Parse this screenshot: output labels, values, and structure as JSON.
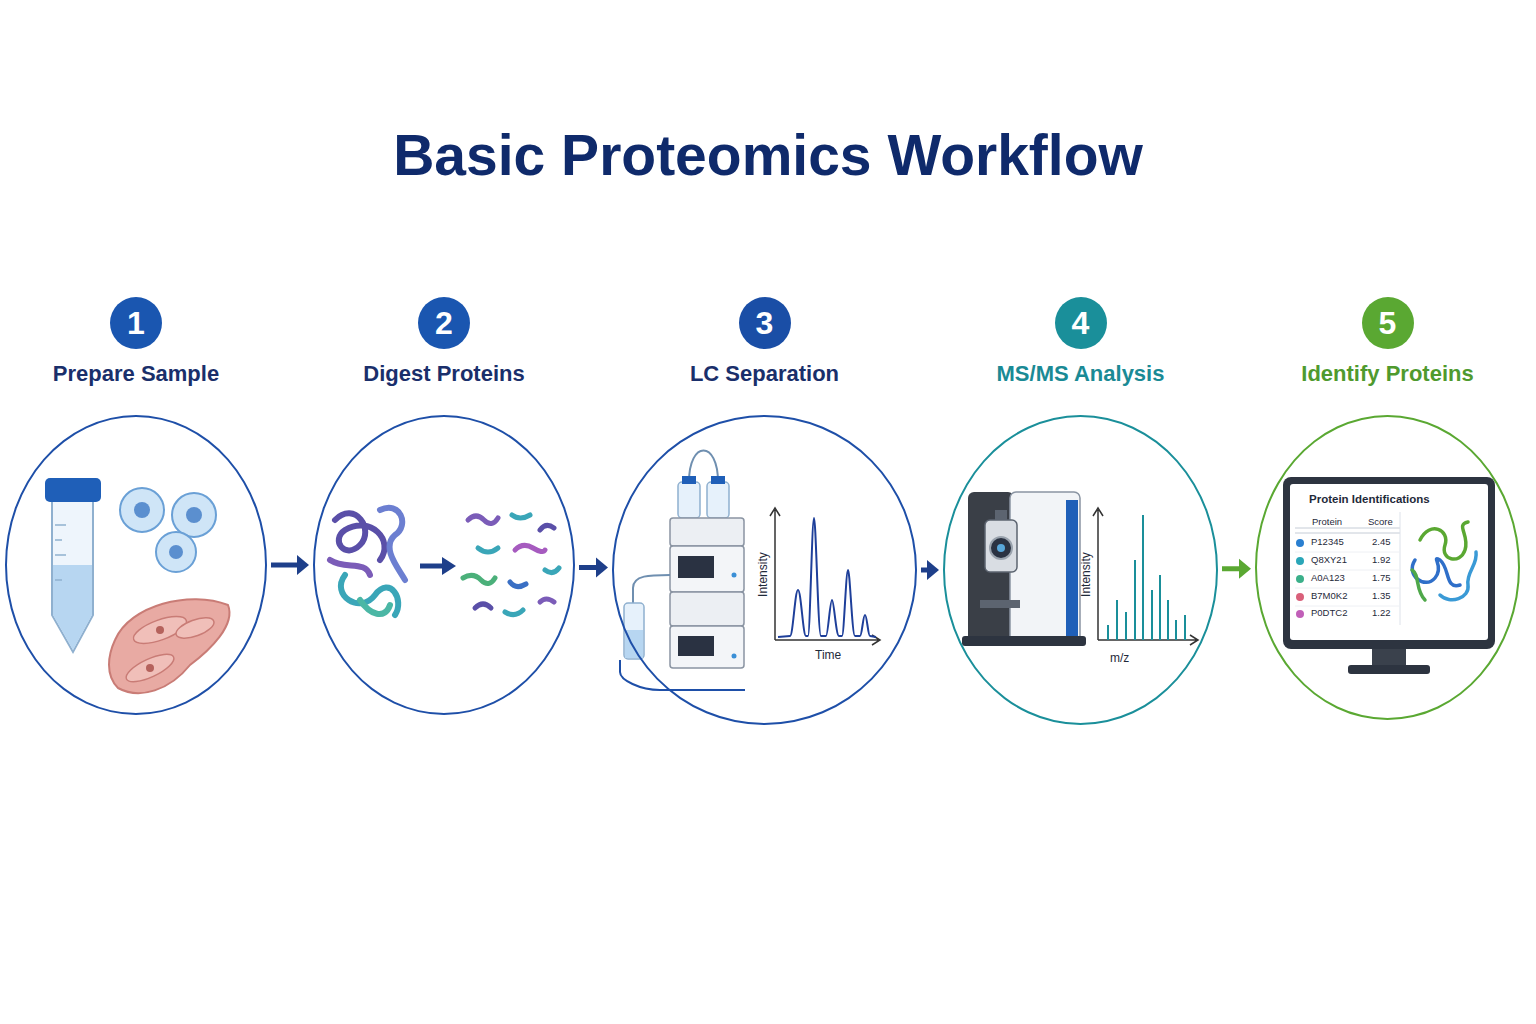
{
  "diagram": {
    "title": "Basic Proteomics Workflow",
    "nodes": [
      {
        "text": [
          "1",
          "Prepare Sample"
        ]
      },
      {
        "text": [
          "2",
          "Digest Proteins"
        ]
      },
      {
        "text": [
          "3",
          "LC Separation"
        ]
      },
      {
        "text": [
          "4",
          "MS/MS Analysis"
        ]
      },
      {
        "text": [
          "5",
          "Identify Proteins"
        ]
      }
    ],
    "edges": [
      {
        "from": 0,
        "to": 1,
        "arrow": "to"
      },
      {
        "from": 1,
        "to": 2,
        "arrow": "to"
      },
      {
        "from": 2,
        "to": 3,
        "arrow": "to"
      },
      {
        "from": 3,
        "to": 4,
        "arrow": "to"
      }
    ],
    "labels": [
      "Intensity",
      "Time",
      "Intensity",
      "m/z",
      "Protein Identifications",
      "Protein",
      "Score",
      "P12345",
      "2.45",
      "Q8XY21",
      "1.92",
      "A0A123",
      "1.75",
      "B7M0K2",
      "1.35",
      "P0DTC2",
      "1.22"
    ]
  }
}
